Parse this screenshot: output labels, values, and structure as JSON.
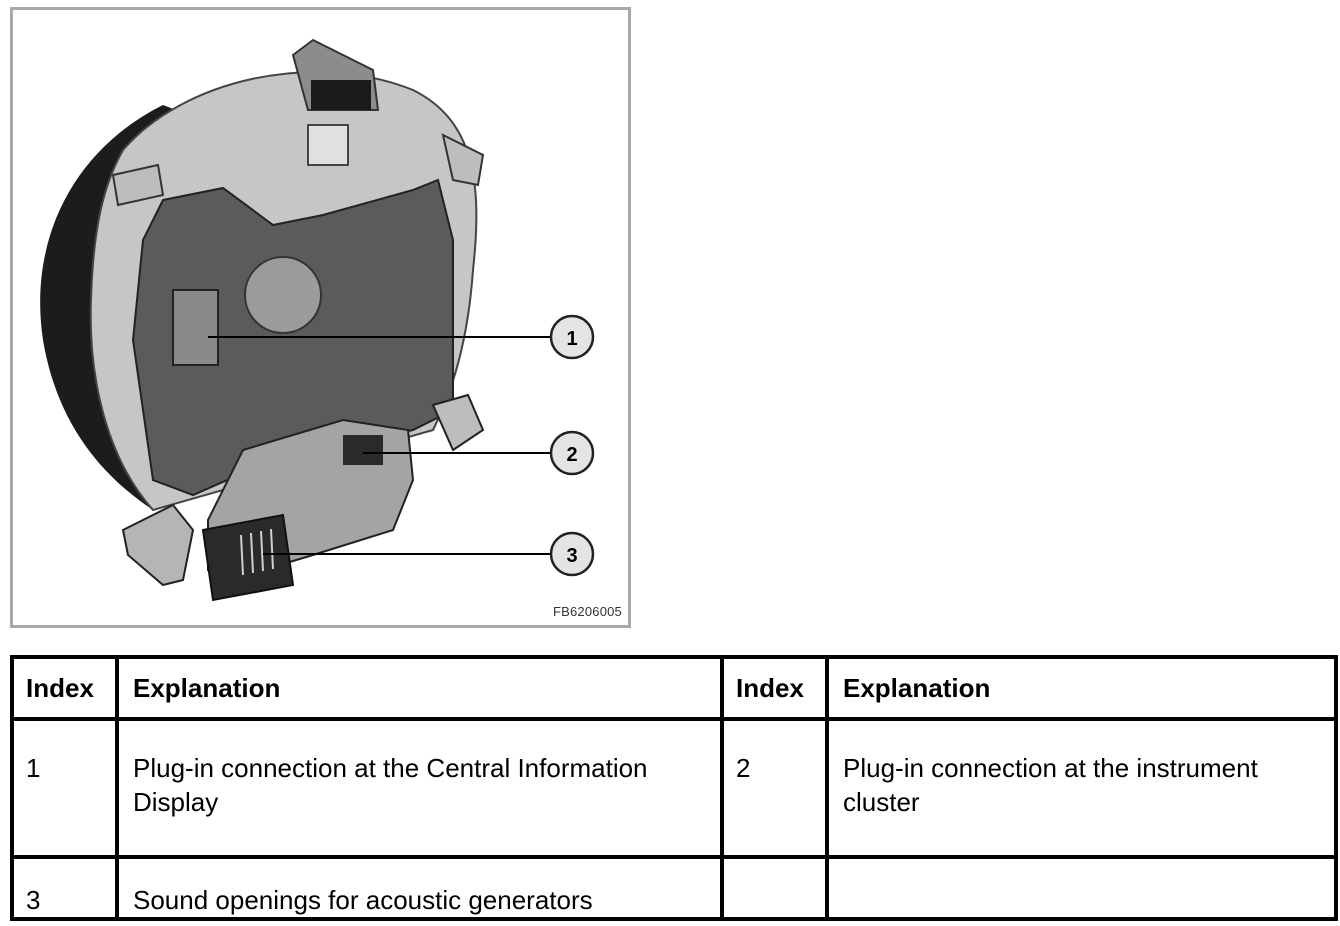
{
  "figure": {
    "code": "FB6206005",
    "callouts": [
      {
        "number": "1"
      },
      {
        "number": "2"
      },
      {
        "number": "3"
      }
    ]
  },
  "table": {
    "headers": [
      "Index",
      "Explanation",
      "Index",
      "Explanation"
    ],
    "rows": [
      [
        {
          "index": "1",
          "explanation": "Plug-in connection at the Central Information Display"
        },
        {
          "index": "2",
          "explanation": "Plug-in connection at the instrument cluster"
        }
      ],
      [
        {
          "index": "3",
          "explanation": "Sound openings for acoustic generators"
        },
        {
          "index": "",
          "explanation": ""
        }
      ]
    ]
  }
}
